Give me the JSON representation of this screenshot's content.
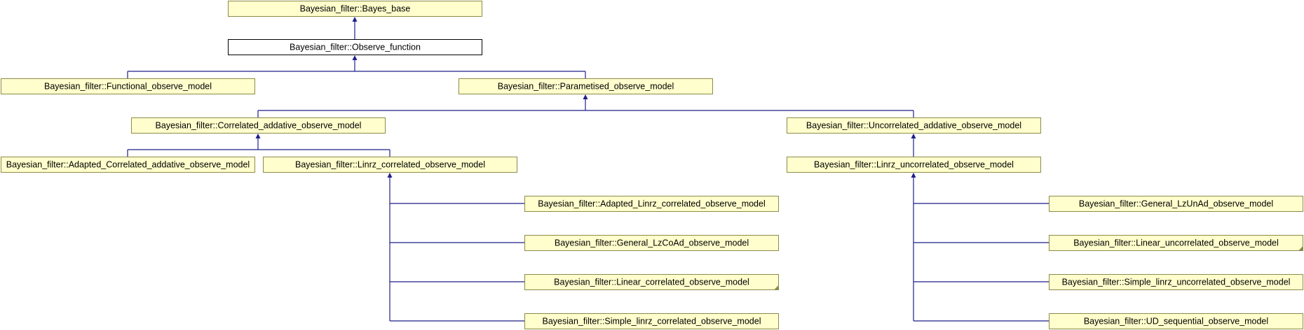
{
  "diagram": {
    "nodes": [
      {
        "id": "bayes_base",
        "label": "Bayesian_filter::Bayes_base",
        "current": false
      },
      {
        "id": "observe_function",
        "label": "Bayesian_filter::Observe_function",
        "current": true
      },
      {
        "id": "functional_observe_model",
        "label": "Bayesian_filter::Functional_observe_model",
        "current": false
      },
      {
        "id": "parametised_observe_model",
        "label": "Bayesian_filter::Parametised_observe_model",
        "current": false
      },
      {
        "id": "correlated_addative_observe_model",
        "label": "Bayesian_filter::Correlated_addative_observe_model",
        "current": false
      },
      {
        "id": "uncorrelated_addative_observe_model",
        "label": "Bayesian_filter::Uncorrelated_addative_observe_model",
        "current": false
      },
      {
        "id": "adapted_correlated_addative_observe_model",
        "label": "Bayesian_filter::Adapted_Correlated_addative_observe_model",
        "current": false
      },
      {
        "id": "linrz_correlated_observe_model",
        "label": "Bayesian_filter::Linrz_correlated_observe_model",
        "current": false
      },
      {
        "id": "linrz_uncorrelated_observe_model",
        "label": "Bayesian_filter::Linrz_uncorrelated_observe_model",
        "current": false
      },
      {
        "id": "adapted_linrz_correlated_observe_model",
        "label": "Bayesian_filter::Adapted_Linrz_correlated_observe_model",
        "current": false
      },
      {
        "id": "general_lzcoad_observe_model",
        "label": "Bayesian_filter::General_LzCoAd_observe_model",
        "current": false
      },
      {
        "id": "linear_correlated_observe_model",
        "label": "Bayesian_filter::Linear_correlated_observe_model",
        "current": false
      },
      {
        "id": "simple_linrz_correlated_observe_model",
        "label": "Bayesian_filter::Simple_linrz_correlated_observe_model",
        "current": false
      },
      {
        "id": "general_lzunad_observe_model",
        "label": "Bayesian_filter::General_LzUnAd_observe_model",
        "current": false
      },
      {
        "id": "linear_uncorrelated_observe_model",
        "label": "Bayesian_filter::Linear_uncorrelated_observe_model",
        "current": false
      },
      {
        "id": "simple_linrz_uncorrelated_observe_model",
        "label": "Bayesian_filter::Simple_linrz_uncorrelated_observe_model",
        "current": false
      },
      {
        "id": "ud_sequential_observe_model",
        "label": "Bayesian_filter::UD_sequential_observe_model",
        "current": false
      }
    ],
    "edges": [
      {
        "from": "observe_function",
        "to": "bayes_base"
      },
      {
        "from": "functional_observe_model",
        "to": "observe_function"
      },
      {
        "from": "parametised_observe_model",
        "to": "observe_function"
      },
      {
        "from": "correlated_addative_observe_model",
        "to": "parametised_observe_model"
      },
      {
        "from": "uncorrelated_addative_observe_model",
        "to": "parametised_observe_model"
      },
      {
        "from": "adapted_correlated_addative_observe_model",
        "to": "correlated_addative_observe_model"
      },
      {
        "from": "linrz_correlated_observe_model",
        "to": "correlated_addative_observe_model"
      },
      {
        "from": "linrz_uncorrelated_observe_model",
        "to": "uncorrelated_addative_observe_model"
      },
      {
        "from": "adapted_linrz_correlated_observe_model",
        "to": "linrz_correlated_observe_model"
      },
      {
        "from": "general_lzcoad_observe_model",
        "to": "linrz_correlated_observe_model"
      },
      {
        "from": "linear_correlated_observe_model",
        "to": "linrz_correlated_observe_model"
      },
      {
        "from": "simple_linrz_correlated_observe_model",
        "to": "linrz_correlated_observe_model"
      },
      {
        "from": "general_lzunad_observe_model",
        "to": "linrz_uncorrelated_observe_model"
      },
      {
        "from": "linear_uncorrelated_observe_model",
        "to": "linrz_uncorrelated_observe_model"
      },
      {
        "from": "simple_linrz_uncorrelated_observe_model",
        "to": "linrz_uncorrelated_observe_model"
      },
      {
        "from": "ud_sequential_observe_model",
        "to": "linrz_uncorrelated_observe_model"
      }
    ],
    "has_more_marks": [
      "linear_correlated_observe_model",
      "linear_uncorrelated_observe_model"
    ],
    "colors": {
      "node_fill": "#fffecc",
      "node_border": "#8b8b4a",
      "current_node_fill": "#ffffff",
      "current_node_border": "#000000",
      "edge": "#1f1f8a"
    }
  }
}
